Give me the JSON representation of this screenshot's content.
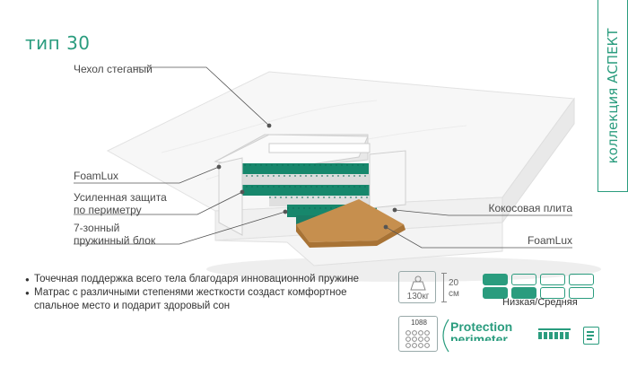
{
  "product": {
    "title": "тип 30",
    "collection": "коллекция АСПЕКТ"
  },
  "labels": {
    "cover": "Чехол стеганый",
    "foamlux_left": "FoamLux",
    "edge": "Усиленная защита\nпо периметру",
    "spring": "7-зонный\nпружинный блок",
    "coconut": "Кокосовая плита",
    "foamlux_right": "FoamLux"
  },
  "bullets": [
    "Точечная поддержка всего тела благодаря инновационной пружине",
    "Матрас с различными степенями жесткости создаст комфортное спальное место и подарит здоровый сон"
  ],
  "specs": {
    "load": "130кг",
    "height_value": "20",
    "height_unit": "см",
    "firmness_label": "Низкая/Средняя",
    "springs_count": "1088",
    "protection_line1": "Protection",
    "protection_line2": "perimeter",
    "firmness_top_filled": 1,
    "firmness_bottom_filled": 2
  },
  "colors": {
    "accent": "#2a9c7e"
  }
}
